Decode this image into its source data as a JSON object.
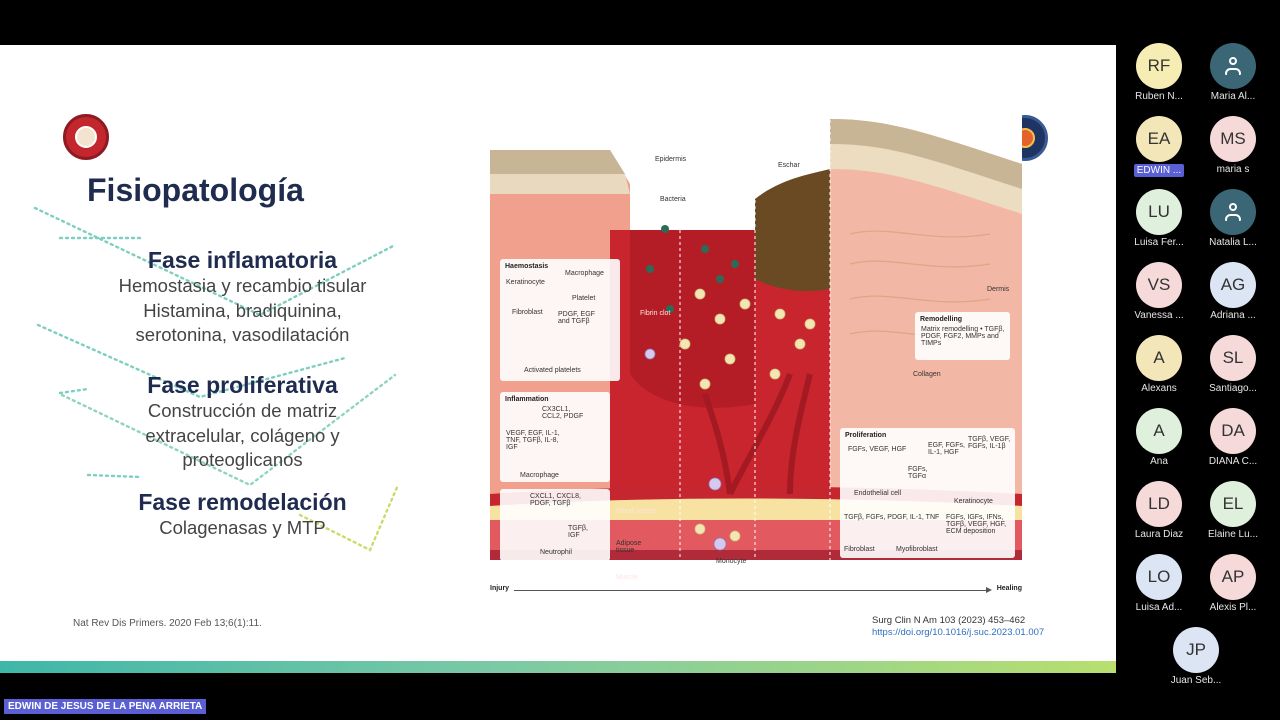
{
  "slide": {
    "title": "Fisiopatología",
    "phases": [
      {
        "title": "Fase inflamatoria",
        "lines": [
          "Hemostasia y recambio tisular",
          "Histamina, bradiquinina,",
          "serotonina, vasodilatación"
        ]
      },
      {
        "title": "Fase proliferativa",
        "lines": [
          "Construcción de matriz",
          "extracelular, colágeno y",
          "proteoglicanos"
        ]
      },
      {
        "title": "Fase remodelación",
        "lines": [
          "Colagenasas y MTP"
        ]
      }
    ],
    "citation_left": "Nat Rev Dis Primers. 2020 Feb 13;6(1):11.",
    "citation_right_line1": "Surg Clin N Am 103 (2023) 453–462",
    "citation_right_line2": "https://doi.org/10.1016/j.suc.2023.01.007"
  },
  "diagram": {
    "labels": {
      "epidermis": "Epidermis",
      "bacteria": "Bacteria",
      "eschar": "Eschar",
      "dermis": "Dermis",
      "fibrin_clot": "Fibrin clot",
      "collagen": "Collagen",
      "blood_vessel": "Blood vessel",
      "adipose": "Adipose tissue",
      "muscle": "Muscle",
      "monocyte": "Monocyte",
      "neutrophil": "Neutrophil",
      "macrophage2": "Macrophage",
      "tgfb_igf": "TGFβ, IGF",
      "cxcl": "CXCL1, CXCL8, PDGF, TGFβ"
    },
    "haemostasis": {
      "title": "Haemostasis",
      "macrophage": "Macrophage",
      "keratinocyte": "Keratinocyte",
      "platelet": "Platelet",
      "fibroblast": "Fibroblast",
      "factors": "PDGF, EGF and TGFβ",
      "activated": "Activated platelets"
    },
    "inflammation": {
      "title": "Inflammation",
      "factors1": "CX3CL1, CCL2, PDGF",
      "factors2": "VEGF, EGF, IL-1, TNF, TGFβ, IL-8, IGF"
    },
    "remodelling": {
      "title": "Remodelling",
      "text": "Matrix remodelling • TGFβ, PDGF, FGF2, MMPs and TIMPs"
    },
    "proliferation": {
      "title": "Proliferation",
      "a": "FGFs, VEGF, HGF",
      "b": "EGF, FGFs, IL-1, HGF",
      "c": "TGFβ, VEGF, FGFs, IL-1β",
      "d": "FGFs, TGFα",
      "endothelial": "Endothelial cell",
      "keratinocyte": "Keratinocyte",
      "e": "TGFβ, FGFs, PDGF, IL-1, TNF",
      "f": "FGFs, IGFs, IFNs, TGFβ, VEGF, HGF, ECM deposition",
      "fibroblast": "Fibroblast",
      "myofibroblast": "Myofibroblast"
    },
    "axis_start": "Injury",
    "axis_end": "Healing"
  },
  "participants": [
    {
      "initials": "RF",
      "name": "Ruben N...",
      "color": "#f5edb3",
      "type": "initials"
    },
    {
      "initials": "",
      "name": "Maria Al...",
      "color": "#3b6676",
      "type": "person"
    },
    {
      "initials": "EA",
      "name": "EDWIN ...",
      "color": "#f3e6b8",
      "type": "initials",
      "speaking": true
    },
    {
      "initials": "MS",
      "name": "maria s",
      "color": "#f6d9d9",
      "type": "initials"
    },
    {
      "initials": "LU",
      "name": "Luisa Fer...",
      "color": "#dff0dc",
      "type": "initials"
    },
    {
      "initials": "",
      "name": "Natalia L...",
      "color": "#3b6676",
      "type": "person"
    },
    {
      "initials": "VS",
      "name": "Vanessa ...",
      "color": "#f6d9d9",
      "type": "initials"
    },
    {
      "initials": "AG",
      "name": "Adriana ...",
      "color": "#dbe5f3",
      "type": "initials"
    },
    {
      "initials": "A",
      "name": "Alexans",
      "color": "#f3e6b8",
      "type": "initials"
    },
    {
      "initials": "SL",
      "name": "Santiago...",
      "color": "#f6d9d9",
      "type": "initials"
    },
    {
      "initials": "A",
      "name": "Ana",
      "color": "#dff0dc",
      "type": "initials"
    },
    {
      "initials": "DA",
      "name": "DIANA C...",
      "color": "#f6d9d9",
      "type": "initials"
    },
    {
      "initials": "LD",
      "name": "Laura Diaz",
      "color": "#f6d9d9",
      "type": "initials"
    },
    {
      "initials": "EL",
      "name": "Elaine Lu...",
      "color": "#dff0dc",
      "type": "initials"
    },
    {
      "initials": "LO",
      "name": "Luisa Ad...",
      "color": "#dbe5f3",
      "type": "initials"
    },
    {
      "initials": "AP",
      "name": "Alexis Pl...",
      "color": "#f6d9d9",
      "type": "initials"
    },
    {
      "initials": "JP",
      "name": "Juan Seb...",
      "color": "#dbe5f3",
      "type": "initials"
    }
  ],
  "presenter": "EDWIN DE JESUS DE LA PENA ARRIETA"
}
